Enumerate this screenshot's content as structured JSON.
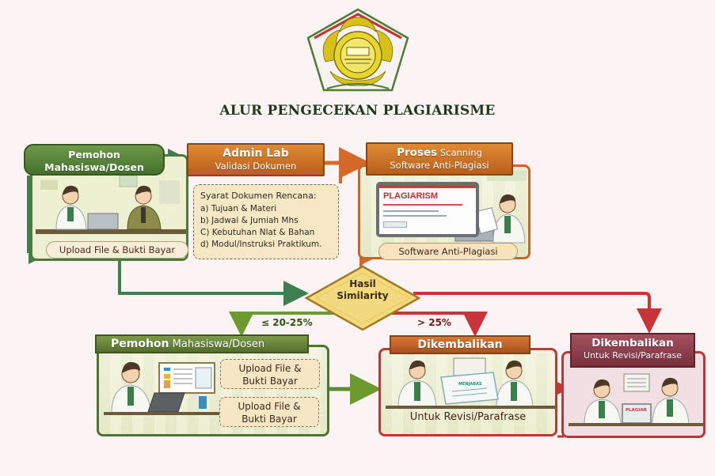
{
  "title": "ALUR PENGECEKAN PLAGIARISME",
  "logo": {
    "icon": "university-emblem-icon",
    "colors": {
      "gold": "#d9c21a",
      "red": "#c8322e",
      "green": "#4f7b3a"
    }
  },
  "colors": {
    "background": "#fcf3f4",
    "green": "#4f7b3a",
    "orange": "#c8662a",
    "red": "#c3353a",
    "maroon": "#8a3543",
    "gold": "#f2d77a"
  },
  "step1": {
    "header_line1": "Pemohon",
    "header_line2": "Mahasiswa/Dosen",
    "footer": "Upload File & Bukti Bayar"
  },
  "step2": {
    "header_line1": "Admin Lab",
    "header_line2": "Validasi Dokumen",
    "requirements_title": "Syarat Dokumen Rencana:",
    "requirements": [
      "a)  Tujuan & Materi",
      "b)  Jadwal & Jumiah Mhs",
      "C)  Kebutuhan Nlat & Bahan",
      "d)  Modul/Instruksi Praktikum."
    ]
  },
  "step3": {
    "header_line1_bold": "Proses",
    "header_line1_rest": " Scanning",
    "header_line2": "Software Anti-Plagiasi",
    "screen_title": "PLAGIARISM",
    "footer": "Software Anti-Plagiasi"
  },
  "decision": {
    "line1": "Hasil",
    "line2": "Similarity",
    "low_label": "≤ 20-25%",
    "high_label": "> 25%"
  },
  "step4": {
    "header_bold": "Pemohon",
    "header_rest": " Mahasiswa/Dosen",
    "card1_line1": "Upload File &",
    "card1_line2": "Bukti Bayar",
    "card2_line1": "Upload File &",
    "card2_line2": "Bukti Bayar"
  },
  "step5": {
    "header": "Dikembalikan",
    "footer": "Untuk Revisi/Parafrase",
    "document_label": "MENJABAS"
  },
  "step6": {
    "header_line1": "Dikembalikan",
    "header_line2": "Untuk Revisi/Parafrase",
    "tablet_label": "PLAGIAR"
  }
}
